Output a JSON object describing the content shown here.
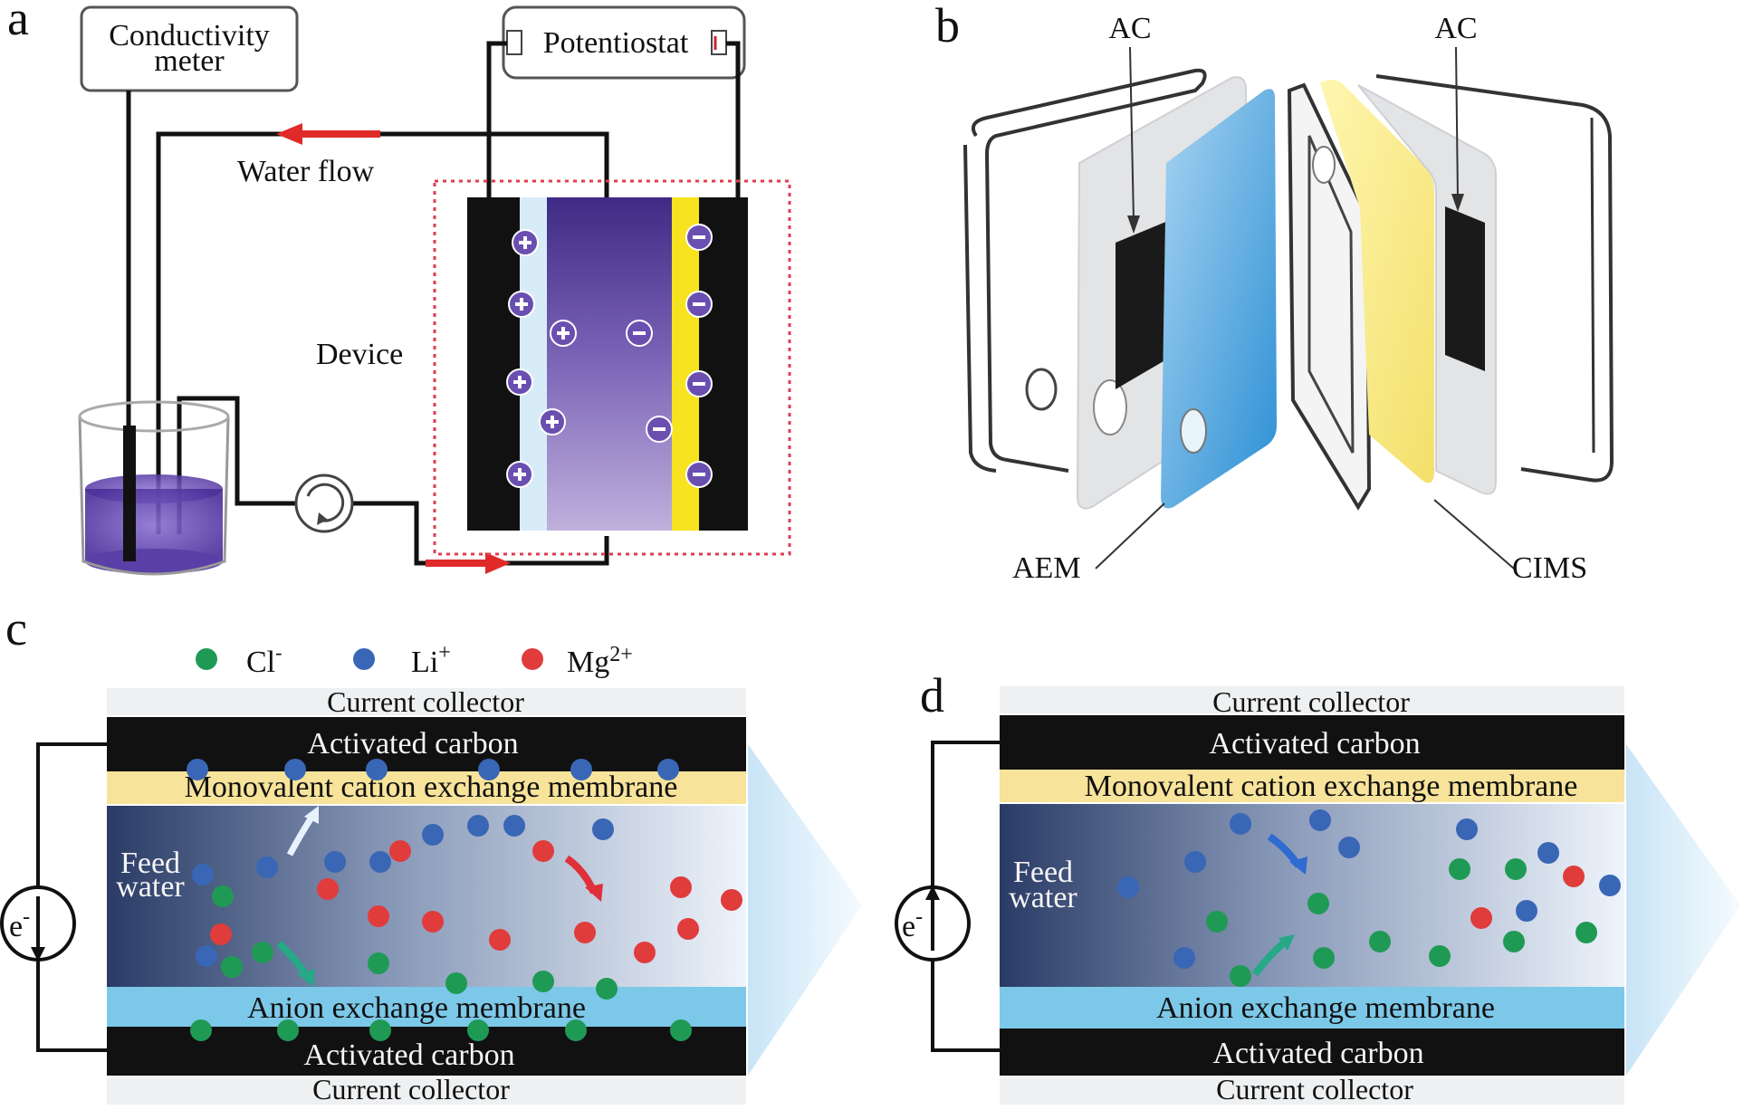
{
  "panels": {
    "a": {
      "letter": "a",
      "conductivity_line1": "Conductivity",
      "conductivity_line2": "meter",
      "potentiostat": "Potentiostat",
      "water_flow": "Water flow",
      "device": "Device"
    },
    "b": {
      "letter": "b",
      "ac_left": "AC",
      "ac_right": "AC",
      "aem": "AEM",
      "cims": "CIMS"
    },
    "c": {
      "letter": "c",
      "legend": {
        "cl": {
          "base": "Cl",
          "sup": "-",
          "color": "#1f9a55"
        },
        "li": {
          "base": "Li",
          "sup": "+",
          "color": "#3a66b6"
        },
        "mg": {
          "base": "Mg",
          "sup": "2+",
          "color": "#e03c3c"
        }
      },
      "current_collector_top": "Current collector",
      "activated_carbon_top": "Activated carbon",
      "mcem": "Monovalent cation exchange membrane",
      "feed_line1": "Feed",
      "feed_line2": "water",
      "electron_base": "e",
      "electron_sup": "-",
      "aem": "Anion exchange membrane",
      "activated_carbon_bottom": "Activated carbon",
      "current_collector_bottom": "Current collector"
    },
    "d": {
      "letter": "d",
      "current_collector_top": "Current collector",
      "activated_carbon_top": "Activated carbon",
      "mcem": "Monovalent cation exchange membrane",
      "feed_line1": "Feed",
      "feed_line2": "water",
      "electron_base": "e",
      "electron_sup": "-",
      "aem": "Anion exchange membrane",
      "activated_carbon_bottom": "Activated carbon",
      "current_collector_bottom": "Current collector"
    }
  },
  "colors": {
    "cl": "#1f9a55",
    "li": "#3a66b6",
    "mg": "#e03c3c",
    "aem_membrane": "#7cc8e8",
    "cation_membrane": "#f7e39a",
    "carbon": "#111111",
    "flow_arrow": "#e02a2a",
    "device_border": "#e03c50",
    "electrolyte": "#6a4fb0"
  }
}
